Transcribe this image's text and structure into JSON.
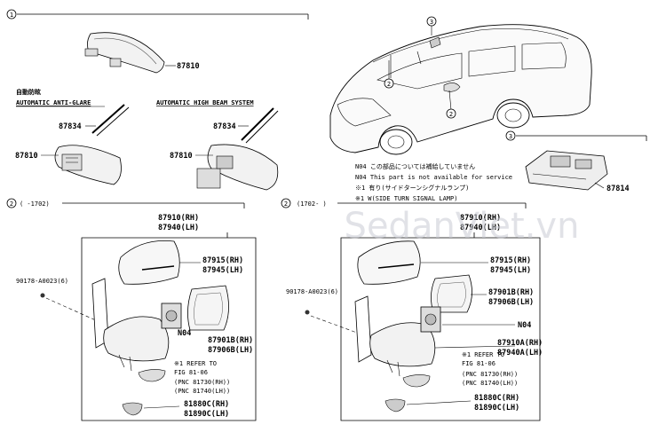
{
  "callouts": {
    "c1": "1",
    "c2": "2",
    "c3": "3"
  },
  "sec1": {
    "p_top": "87810",
    "anti_glare_jp": "自動防眩",
    "anti_glare_en": "AUTOMATIC ANTI-GLARE",
    "high_beam_en": "AUTOMATIC HIGH BEAM SYSTEM",
    "p_wire_a": "87834",
    "p_mirror_a": "87810",
    "p_wire_b": "87834",
    "p_mirror_b": "87810"
  },
  "sec3": {
    "part": "87814"
  },
  "notes": {
    "n04_jp": "N04 この部品については補給していません",
    "n04_en": "N04 This part is not available for service",
    "x1_jp": "※1 有り(サイドターンシグナルランプ)",
    "x1_en": "※1 W(SIDE TURN SIGNAL LAMP)"
  },
  "sec2a": {
    "range": "(   -1702)",
    "assy_rh": "87910(RH)",
    "assy_lh": "87940(LH)",
    "cover_rh": "87915(RH)",
    "cover_lh": "87945(LH)",
    "screw": "90178-A0023(6)",
    "n04": "N04",
    "glass_rh": "87901B(RH)",
    "glass_lh": "87906B(LH)",
    "refer1": "※1 REFER TO",
    "refer2": "FIG 81-06",
    "pnc_rh": "(PNC 81730(RH))",
    "pnc_lh": "(PNC 81740(LH))",
    "lamp_rh": "81880C(RH)",
    "lamp_lh": "81890C(LH)"
  },
  "sec2b": {
    "range": "(1702-   )",
    "assy_rh": "87910(RH)",
    "assy_lh": "87940(LH)",
    "cover_rh": "87915(RH)",
    "cover_lh": "87945(LH)",
    "screw": "90178-A0023(6)",
    "glass_rh": "87901B(RH)",
    "glass_lh": "87906B(LH)",
    "n04": "N04",
    "sub_rh": "87910A(RH)",
    "sub_lh": "87940A(LH)",
    "refer1": "※1 REFER TO",
    "refer2": "FIG 81-06",
    "pnc_rh": "(PNC 81730(RH))",
    "pnc_lh": "(PNC 81740(LH))",
    "lamp_rh": "81880C(RH)",
    "lamp_lh": "81890C(LH)"
  },
  "watermark": "SedanViet.vn"
}
